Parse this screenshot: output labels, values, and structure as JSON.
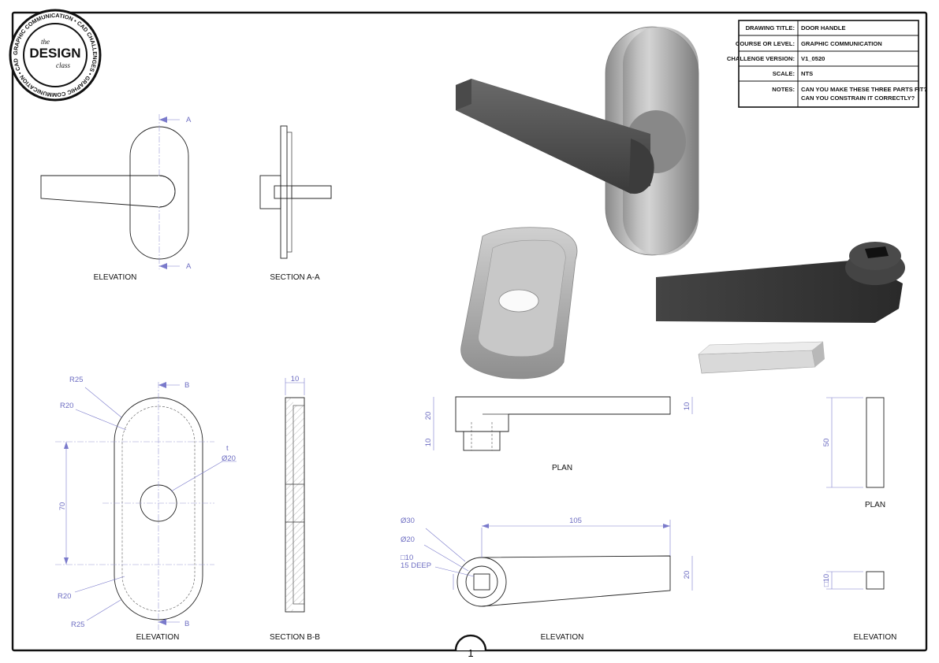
{
  "title_block": {
    "rows": [
      {
        "key": "DRAWING TITLE:",
        "value": "DOOR HANDLE"
      },
      {
        "key": "COURSE OR LEVEL:",
        "value": "GRAPHIC COMMUNICATION"
      },
      {
        "key": "CHALLENGE VERSION:",
        "value": "V1_0520"
      },
      {
        "key": "SCALE:",
        "value": "NTS"
      },
      {
        "key": "NOTES:",
        "value": "CAN YOU MAKE THESE THREE PARTS FIT?",
        "value2": "CAN YOU CONSTRAIN IT CORRECTLY?"
      }
    ]
  },
  "logo": {
    "word_the": "the",
    "word_design": "DESIGN",
    "word_class": "class",
    "ring_text": "GRAPHIC COMMUNICATION • CAD CHALLENGES • GRAPHIC COMMUNICATION • CAD CHALLENGES •"
  },
  "views": {
    "elevation_1": "ELEVATION",
    "section_aa": "SECTION A-A",
    "elevation_2": "ELEVATION",
    "section_bb": "SECTION B-B",
    "plan_1": "PLAN",
    "elevation_3": "ELEVATION",
    "plan_2": "PLAN",
    "elevation_4": "ELEVATION"
  },
  "section_marks": {
    "a": "A",
    "b": "B",
    "t": "t"
  },
  "dims": {
    "r25": "R25",
    "r20": "R20",
    "d20": "Ø20",
    "d70": "70",
    "d10": "10",
    "p20": "20",
    "p10a": "10",
    "p10b": "10",
    "d30": "Ø30",
    "d20b": "Ø20",
    "sq10": "□10",
    "deep": "15 DEEP",
    "d105": "105",
    "e20": "20",
    "k50": "50",
    "ksq10": "□10"
  },
  "sheet_number": "1",
  "colors": {
    "dimension": "#6d6dc2",
    "line": "#222222"
  }
}
